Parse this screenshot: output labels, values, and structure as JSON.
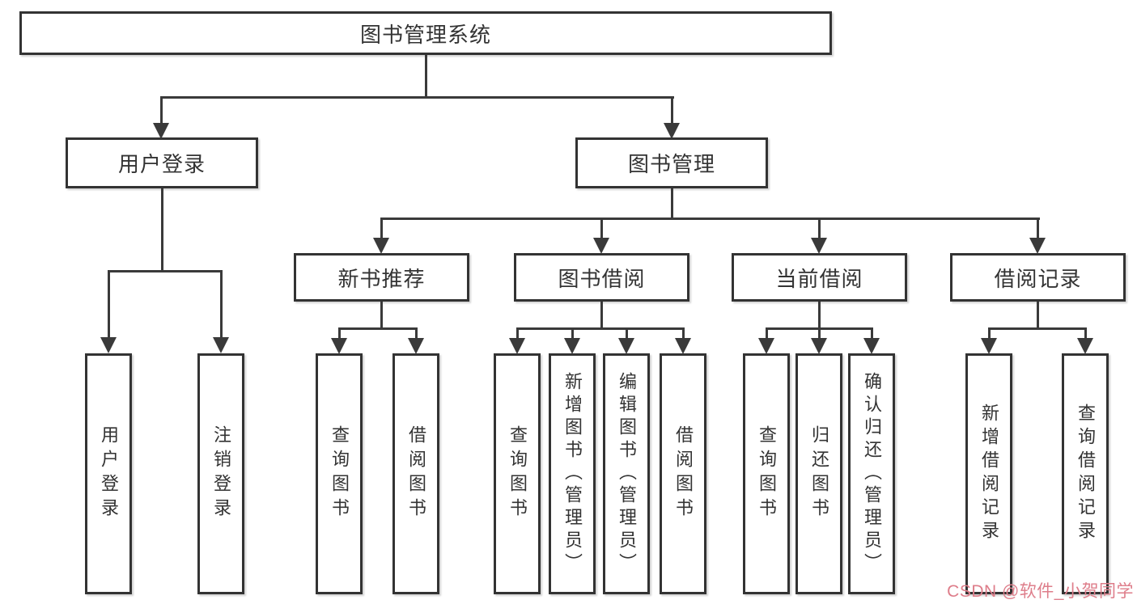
{
  "diagram_title": "图书管理系统",
  "nodes": {
    "root": "图书管理系统",
    "l2_user": "用户登录",
    "l2_book": "图书管理",
    "l3_recommend": "新书推荐",
    "l3_borrow": "图书借阅",
    "l3_current": "当前借阅",
    "l3_records": "借阅记录",
    "leaf_user_login": "用户登录",
    "leaf_logout": "注销登录",
    "leaf_query_books_1": "查询图书",
    "leaf_borrow_books_1": "借阅图书",
    "leaf_query_books_2": "查询图书",
    "leaf_add_book_admin": "新增图书（管理员）",
    "leaf_edit_book_admin": "编辑图书（管理员）",
    "leaf_borrow_books_2": "借阅图书",
    "leaf_query_books_3": "查询图书",
    "leaf_return_book": "归还图书",
    "leaf_confirm_return_admin": "确认归还（管理员）",
    "leaf_add_borrow_record": "新增借阅记录",
    "leaf_query_borrow_record": "查询借阅记录"
  },
  "hierarchy": {
    "图书管理系统": {
      "用户登录": [
        "用户登录",
        "注销登录"
      ],
      "图书管理": {
        "新书推荐": [
          "查询图书",
          "借阅图书"
        ],
        "图书借阅": [
          "查询图书",
          "新增图书（管理员）",
          "编辑图书（管理员）",
          "借阅图书"
        ],
        "当前借阅": [
          "查询图书",
          "归还图书",
          "确认归还（管理员）"
        ],
        "借阅记录": [
          "新增借阅记录",
          "查询借阅记录"
        ]
      }
    }
  },
  "colors": {
    "line": "#3a3a3a",
    "box_border": "#333333",
    "text": "#333333",
    "watermark": "#de7d8a",
    "background": "#ffffff"
  },
  "watermark": {
    "text": "CSDN @软件_小贺同学"
  }
}
